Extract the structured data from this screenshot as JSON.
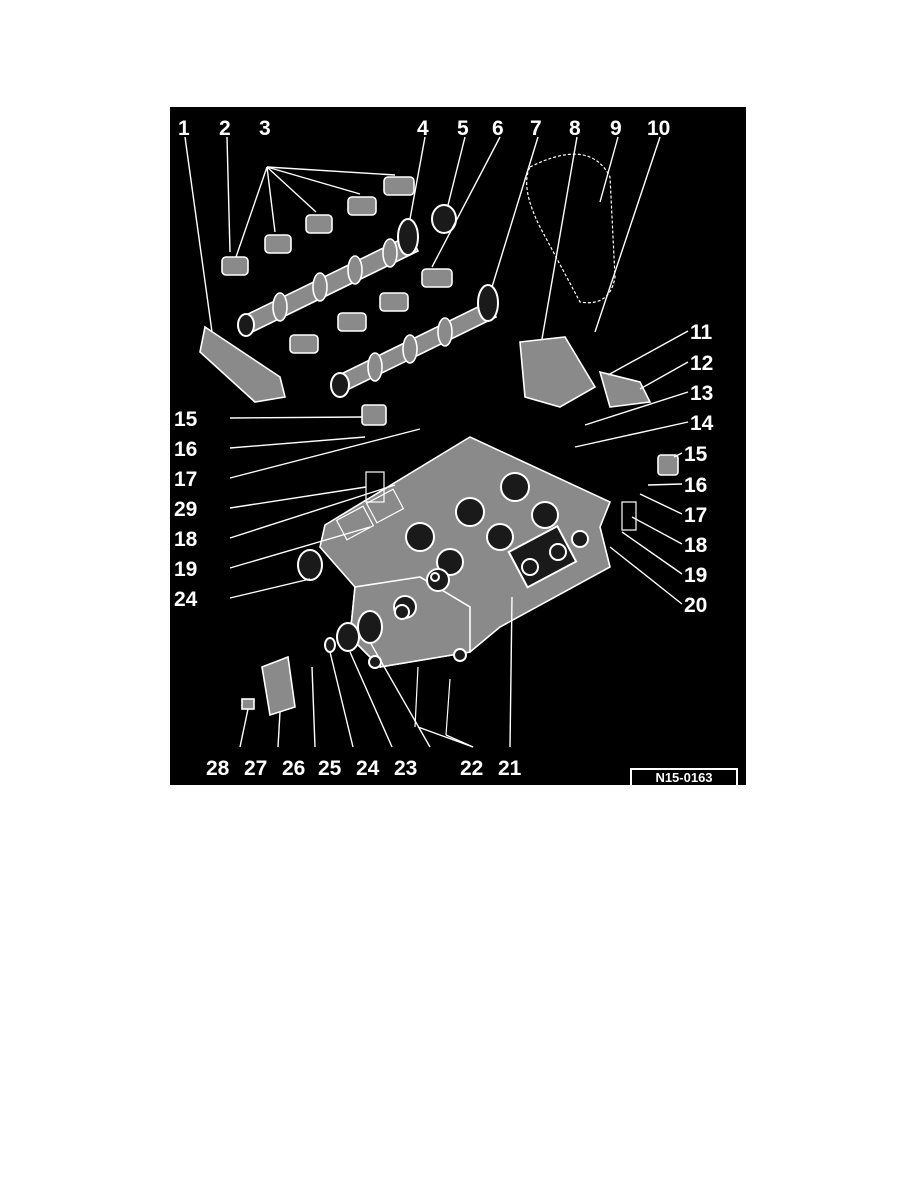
{
  "diagram": {
    "reference_code": "N15-0163",
    "callouts_top": [
      "1",
      "2",
      "3",
      "4",
      "5",
      "6",
      "7",
      "8",
      "9",
      "10"
    ],
    "callouts_right": [
      "11",
      "12",
      "13",
      "14",
      "15",
      "16",
      "17",
      "18",
      "19",
      "20"
    ],
    "callouts_left": [
      "15",
      "16",
      "17",
      "29",
      "18",
      "19",
      "24"
    ],
    "callouts_bottom": [
      "28",
      "27",
      "26",
      "25",
      "24",
      "23",
      "22",
      "21"
    ]
  },
  "colors": {
    "panel_background": "#000000",
    "line_art": "#ffffff",
    "page_background": "#ffffff"
  }
}
